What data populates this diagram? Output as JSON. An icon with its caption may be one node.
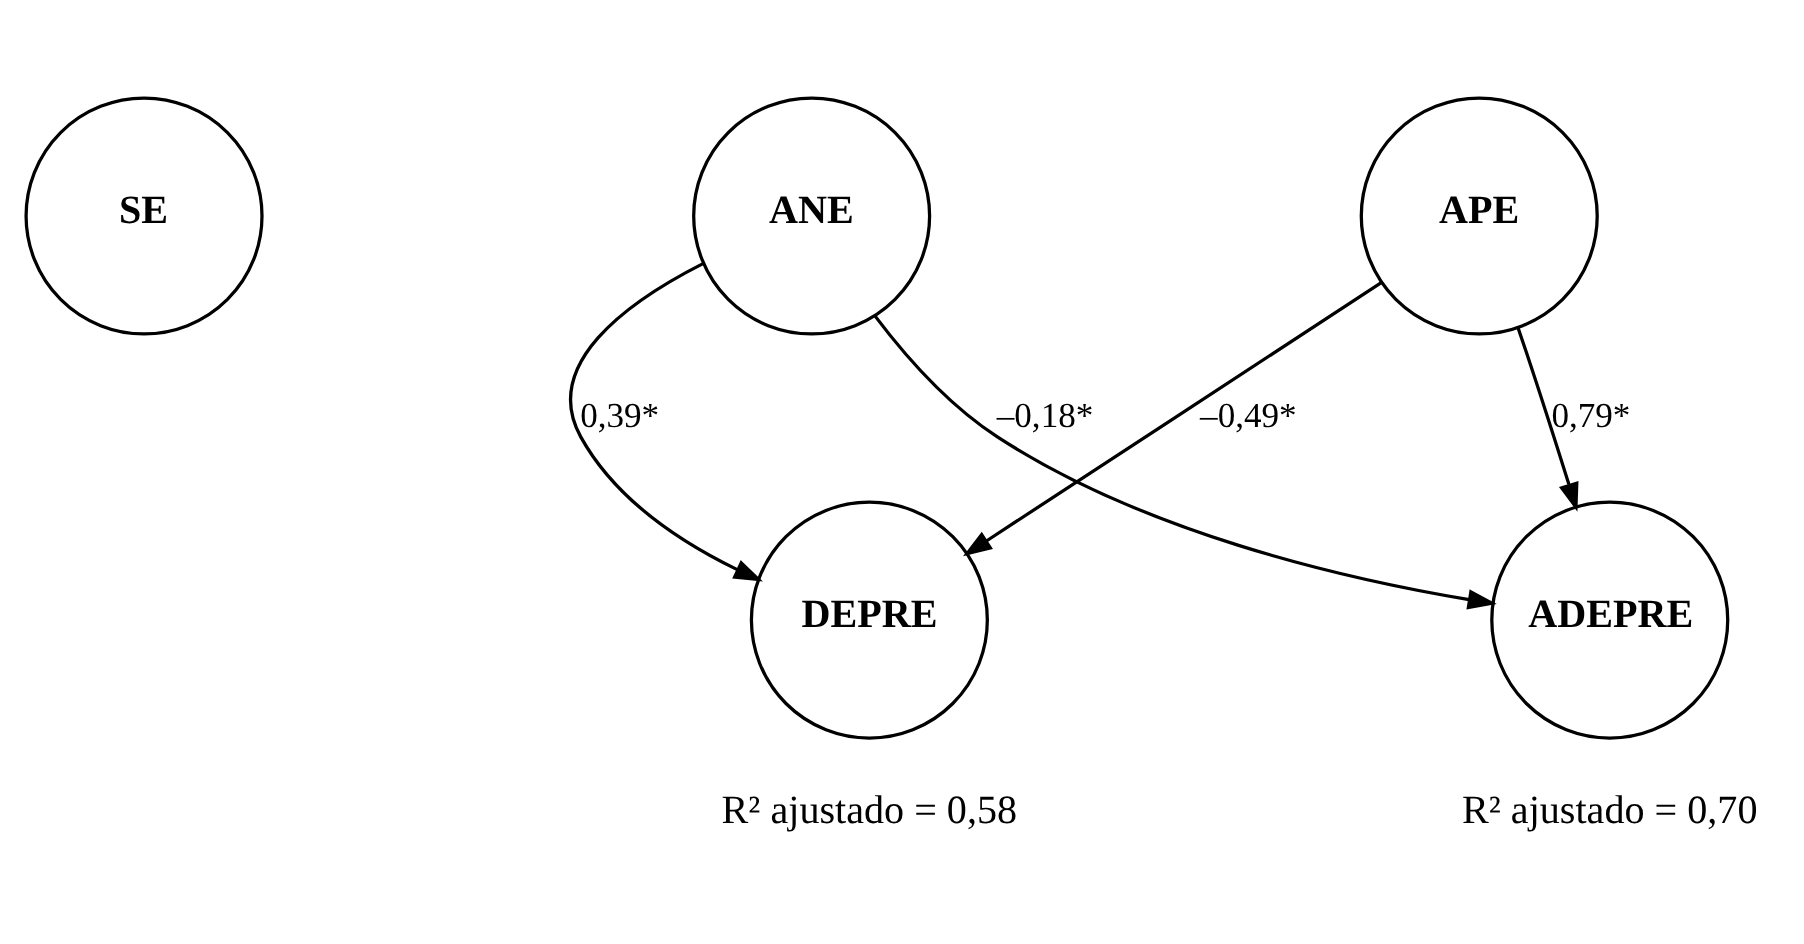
{
  "diagram": {
    "nodes": [
      {
        "text": [
          "SE"
        ]
      },
      {
        "text": [
          "ANE"
        ]
      },
      {
        "text": [
          "APE"
        ]
      },
      {
        "text": [
          "DEPRE"
        ],
        "beside": [
          "R² ajustado = 0,58"
        ]
      },
      {
        "text": [
          "ADEPRE"
        ],
        "beside": [
          "R² ajustado = 0,70"
        ]
      }
    ],
    "edges": [
      {
        "from": 1,
        "to": 3,
        "arrow": "to",
        "label": "0,39*"
      },
      {
        "from": 1,
        "to": 4,
        "arrow": "to",
        "label": "–0,18*"
      },
      {
        "from": 2,
        "to": 3,
        "arrow": "to",
        "label": "–0,49*"
      },
      {
        "from": 2,
        "to": 4,
        "arrow": "to",
        "label": "0,79*"
      }
    ]
  }
}
